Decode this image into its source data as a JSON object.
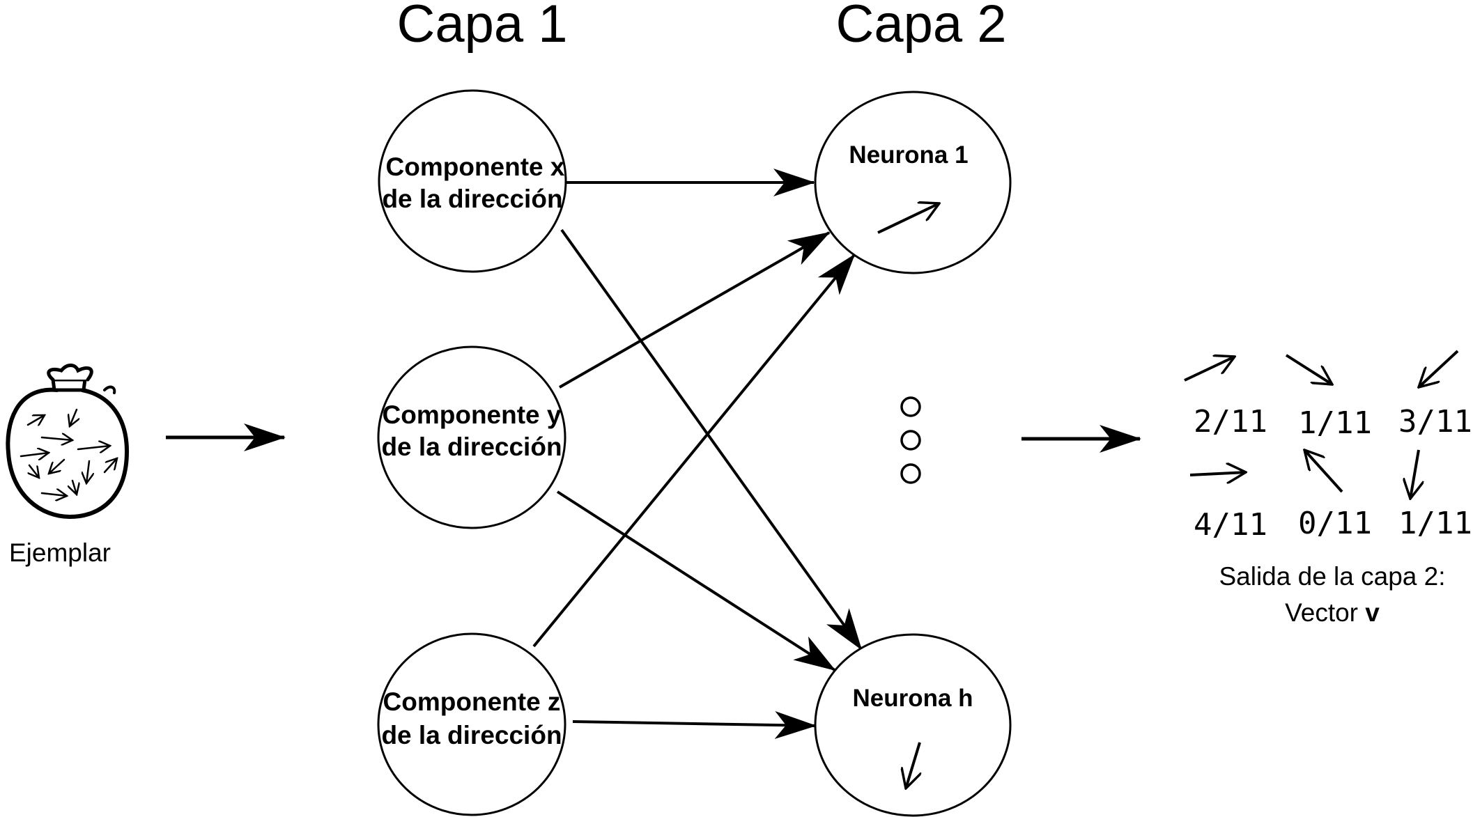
{
  "layers": {
    "layer1_title": "Capa 1",
    "layer2_title": "Capa 2"
  },
  "input": {
    "label": "Ejemplar",
    "icon": "bag-icon"
  },
  "layer1_nodes": [
    {
      "line1": "Componente x",
      "line2": "de la dirección"
    },
    {
      "line1": "Componente y",
      "line2": "de la dirección"
    },
    {
      "line1": "Componente z",
      "line2": "de la dirección"
    }
  ],
  "layer2_nodes": [
    {
      "label": "Neurona  1",
      "arrow_icon": "arrow-up-right-icon"
    },
    {
      "label": "Neurona  h",
      "arrow_icon": "arrow-down-icon"
    }
  ],
  "ellipsis_icon": "vertical-dots-icon",
  "output": {
    "values": [
      "2/11",
      "1/11",
      "3/11",
      "4/11",
      "0/11",
      "1/11"
    ],
    "caption_line1": "Salida de la capa 2:",
    "caption_line2_prefix": "Vector ",
    "caption_line2_bold": "v"
  },
  "colors": {
    "stroke": "#000000",
    "background": "#ffffff"
  }
}
